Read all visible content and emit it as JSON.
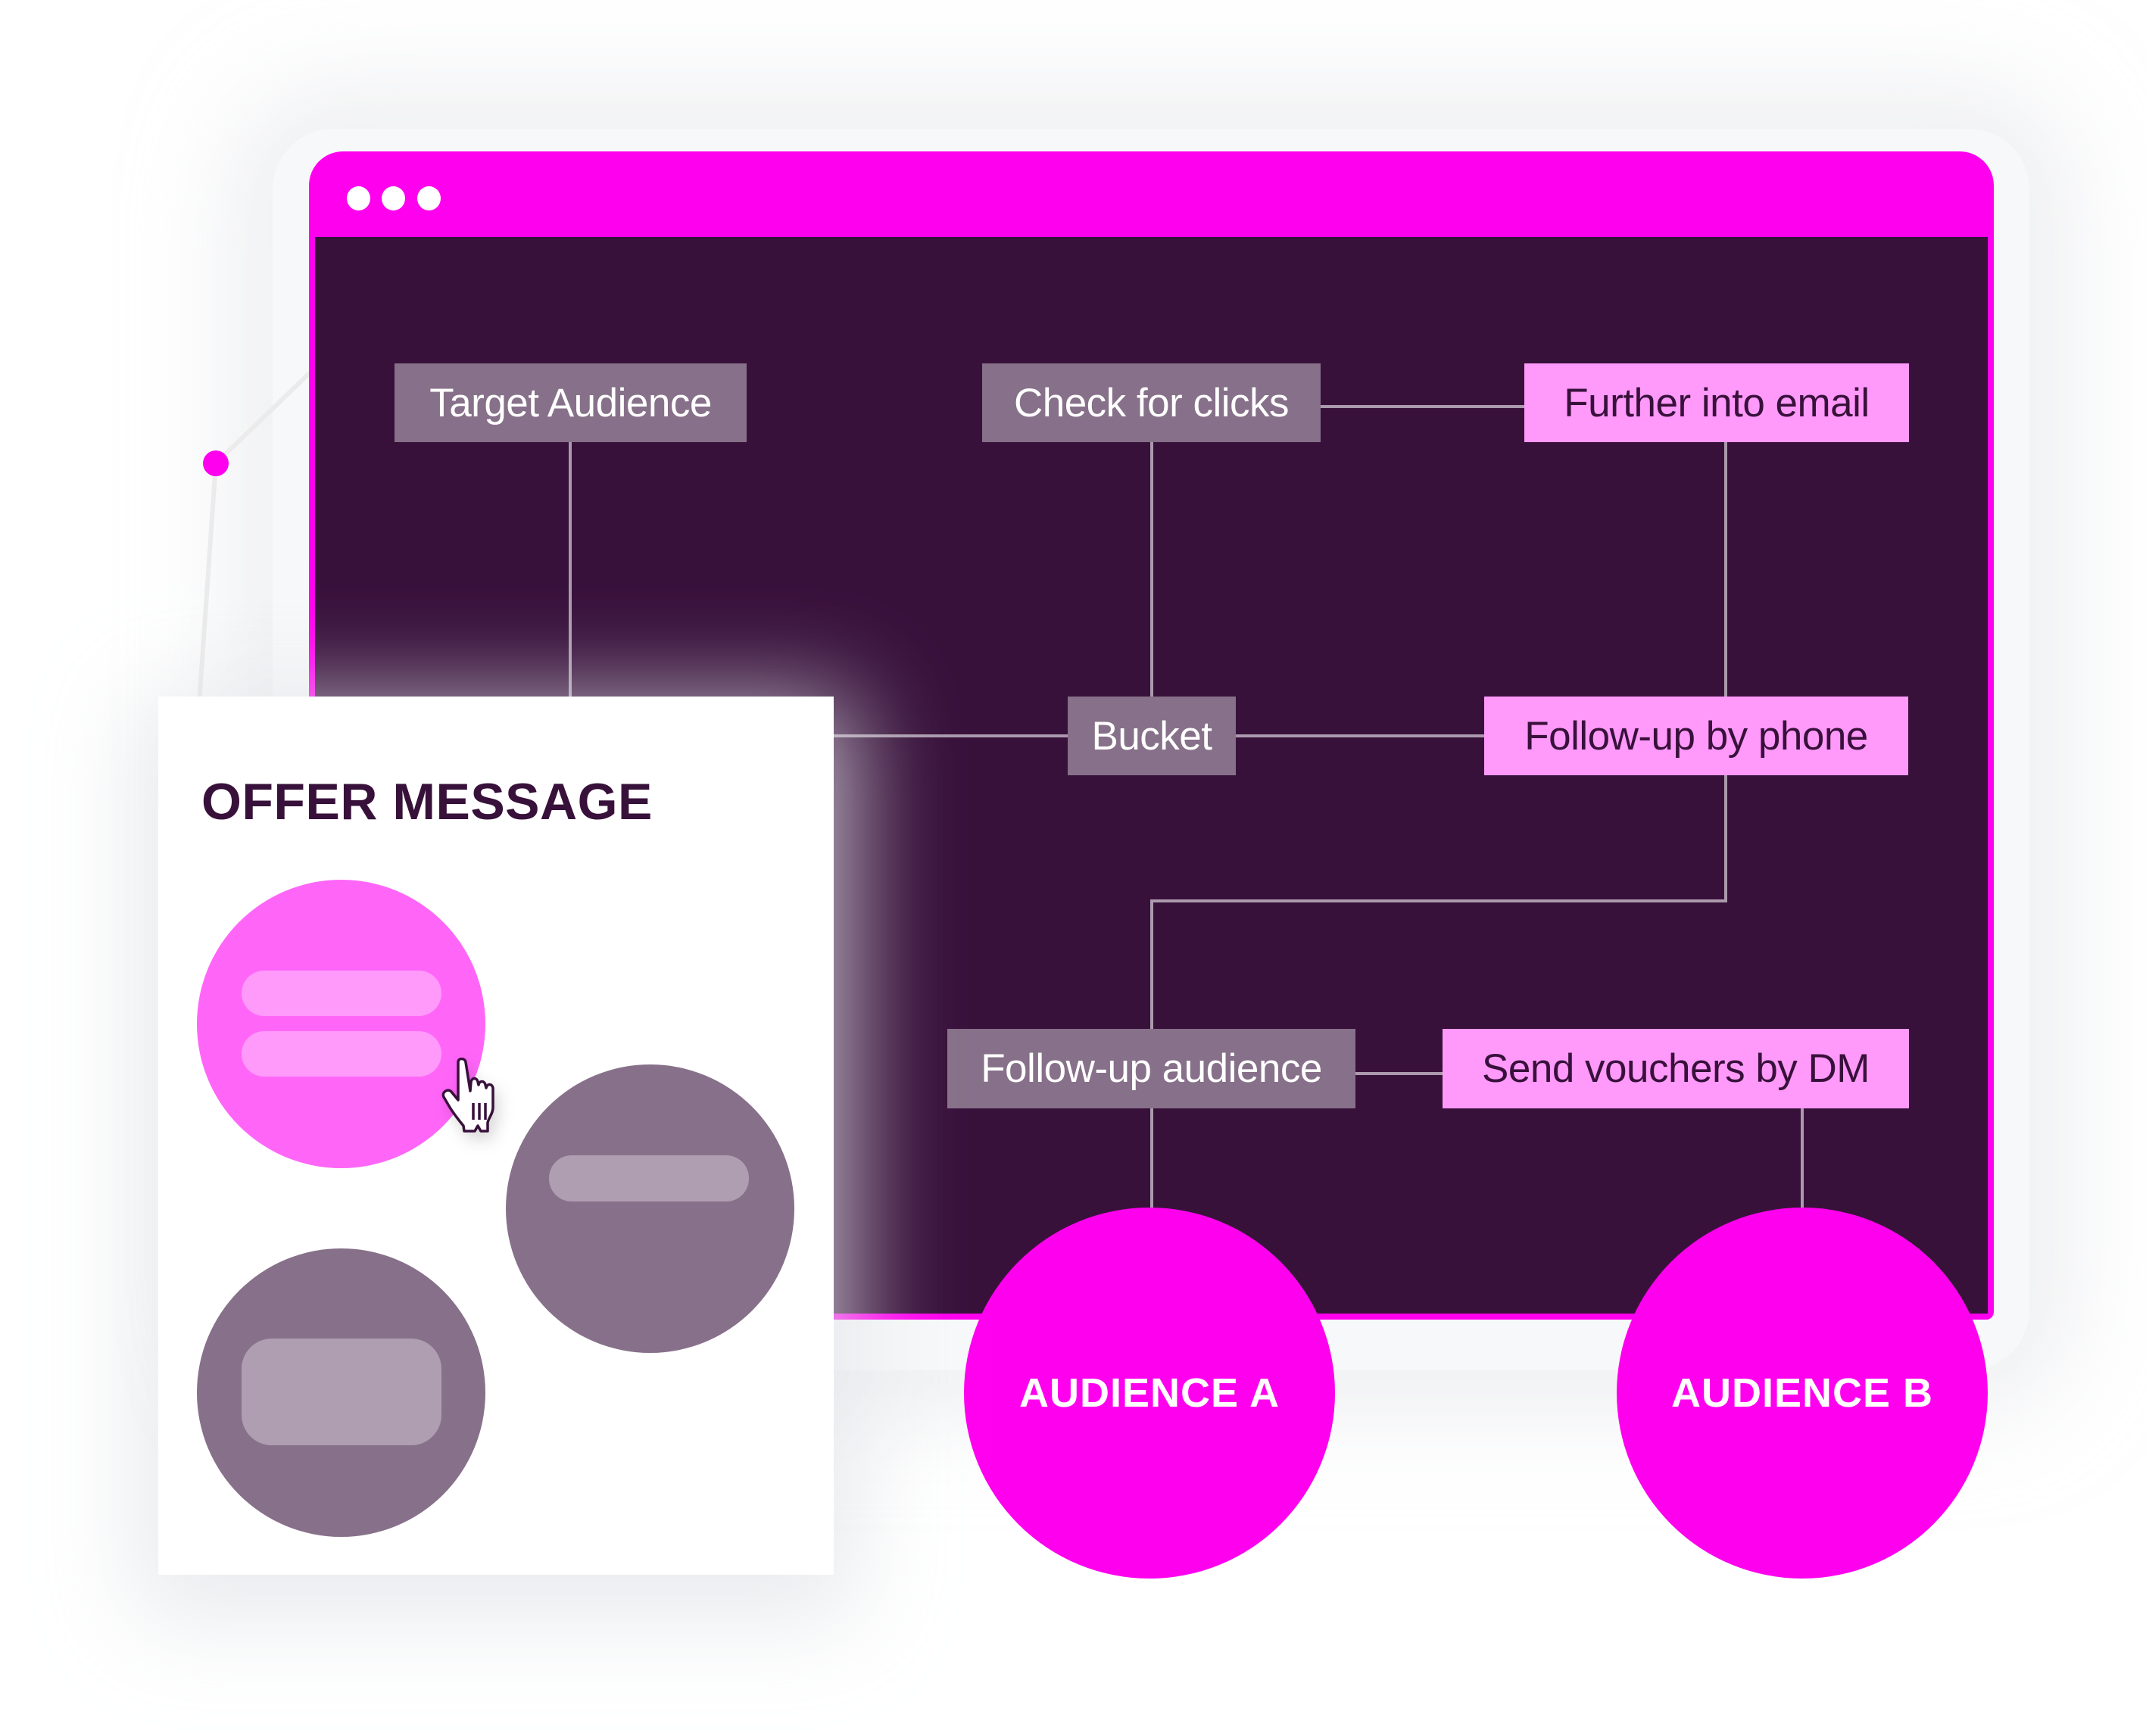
{
  "window": {
    "titlebar_dots": [
      "dot-1",
      "dot-2",
      "dot-3"
    ],
    "accent_color": "#ff00ee",
    "canvas_color": "#38113b"
  },
  "flow": {
    "nodes": {
      "target_audience": "Target Audience",
      "check_for_clicks": "Check for clicks",
      "further_into_email": "Further into email",
      "bucket": "Bucket",
      "follow_up_by_phone": "Follow-up by phone",
      "follow_up_audience": "Follow-up audience",
      "send_vouchers_by_dm": "Send vouchers by DM"
    },
    "outputs": {
      "audience_a": "AUDIENCE A",
      "audience_b": "AUDIENCE B"
    },
    "colors": {
      "step_gray": "#877089",
      "step_pink": "#ff99fa",
      "connector": "#ab9aad"
    }
  },
  "offer_card": {
    "title": "OFFER MESSAGE",
    "options": [
      {
        "name": "option-selected",
        "state": "selected",
        "color": "#ff66f8"
      },
      {
        "name": "option-2",
        "state": "default",
        "color": "#877089"
      },
      {
        "name": "option-3",
        "state": "default",
        "color": "#877089"
      }
    ],
    "cursor_icon": "hand-pointer-icon"
  }
}
